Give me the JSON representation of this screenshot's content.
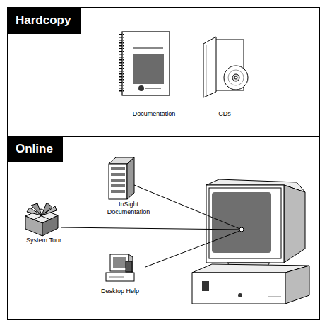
{
  "diagram": {
    "nodes": [
      {
        "text": [
          "Hardcopy"
        ]
      },
      {
        "text": [
          "Documentation"
        ],
        "in": 0
      },
      {
        "text": [
          "CDs"
        ],
        "in": 0
      },
      {
        "text": [
          "Online"
        ]
      },
      {
        "text": [
          "InSight Documentation"
        ],
        "in": 3
      },
      {
        "text": [
          "System Tour"
        ],
        "in": 3
      },
      {
        "text": [
          "Desktop Help"
        ],
        "in": 3
      }
    ]
  }
}
